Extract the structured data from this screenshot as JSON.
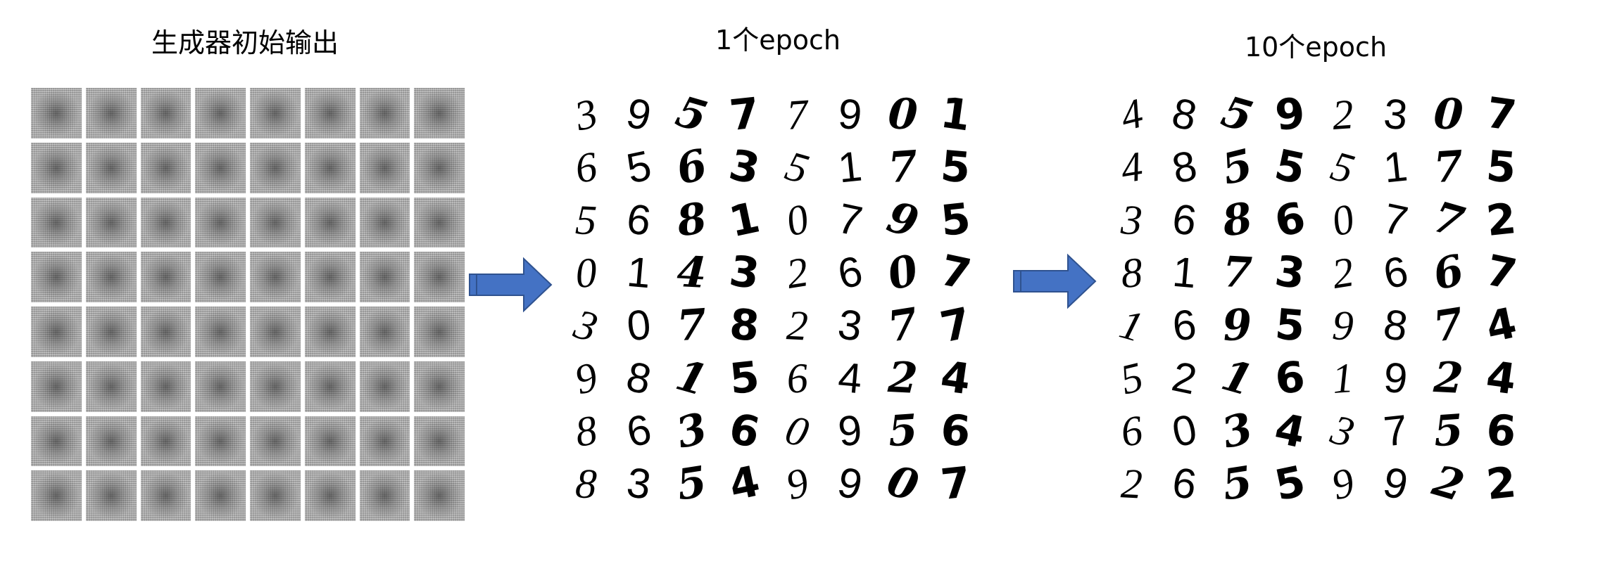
{
  "panels": [
    {
      "title": "生成器初始输出"
    },
    {
      "title": "1个epoch"
    },
    {
      "title": "10个epoch"
    }
  ],
  "colors": {
    "arrow_fill": "#4472c4",
    "arrow_stroke": "#2f528f"
  },
  "epoch1_digits": [
    "3",
    "9",
    "5",
    "7",
    "7",
    "9",
    "0",
    "1",
    "6",
    "5",
    "6",
    "3",
    "5",
    "1",
    "7",
    "5",
    "5",
    "6",
    "8",
    "1",
    "0",
    "7",
    "9",
    "5",
    "0",
    "1",
    "4",
    "3",
    "2",
    "6",
    "0",
    "7",
    "3",
    "0",
    "7",
    "8",
    "2",
    "3",
    "7",
    "7",
    "9",
    "8",
    "1",
    "5",
    "6",
    "4",
    "2",
    "4",
    "8",
    "6",
    "3",
    "6",
    "0",
    "9",
    "5",
    "6",
    "8",
    "3",
    "5",
    "4",
    "9",
    "9",
    "0",
    "7"
  ],
  "epoch10_digits": [
    "4",
    "8",
    "5",
    "9",
    "2",
    "3",
    "0",
    "7",
    "4",
    "8",
    "5",
    "5",
    "5",
    "1",
    "7",
    "5",
    "3",
    "6",
    "8",
    "6",
    "0",
    "7",
    "7",
    "2",
    "8",
    "1",
    "7",
    "3",
    "2",
    "6",
    "6",
    "7",
    "1",
    "6",
    "9",
    "5",
    "9",
    "8",
    "7",
    "4",
    "5",
    "2",
    "1",
    "6",
    "1",
    "9",
    "2",
    "4",
    "6",
    "0",
    "3",
    "4",
    "3",
    "7",
    "5",
    "6",
    "2",
    "6",
    "5",
    "5",
    "9",
    "9",
    "2",
    "2"
  ]
}
